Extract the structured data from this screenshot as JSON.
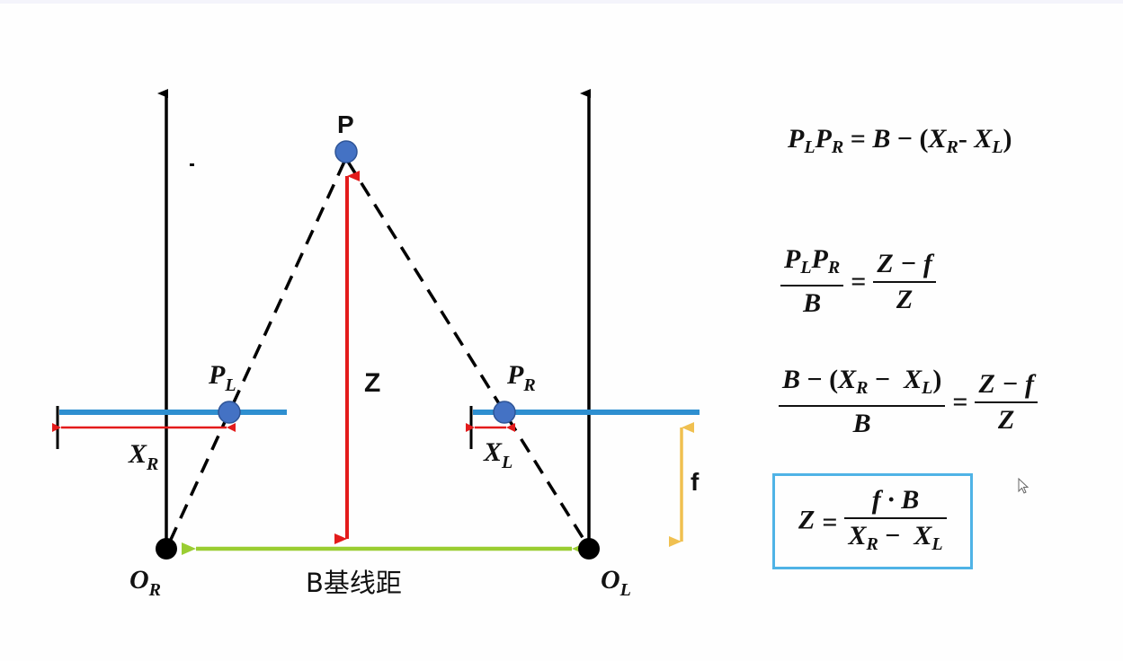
{
  "diagram": {
    "colors": {
      "axis": "#000000",
      "image_plane": "#2e8fd0",
      "point": "#4472c4",
      "depth_arrow": "#e31b1b",
      "disparity_arrow": "#e31b1b",
      "baseline_arrow": "#9acd32",
      "focal_arrow": "#f0c050",
      "result_box": "#4fb3e6"
    },
    "labels": {
      "point_p": "P",
      "point_pl": "P",
      "point_pl_sub": "L",
      "point_pr": "P",
      "point_pr_sub": "R",
      "depth_z": "Z",
      "xr": "X",
      "xr_sub": "R",
      "xl": "X",
      "xl_sub": "L",
      "focal_f": "f",
      "origin_r": "O",
      "origin_r_sub": "R",
      "origin_l": "O",
      "origin_l_sub": "L",
      "baseline": "B基线距"
    }
  },
  "formulas": {
    "f1": {
      "lhs_a": "P",
      "lhs_a_sub": "L",
      "lhs_b": "P",
      "lhs_b_sub": "R",
      "eq": "=",
      "rhs_b": "B",
      "minus": "−",
      "open": "(",
      "xr": "X",
      "xr_sub": "R",
      "dash": "-",
      "xl": "X",
      "xl_sub": "L",
      "close": ")"
    },
    "f2": {
      "num_a": "P",
      "num_a_sub": "L",
      "num_b": "P",
      "num_b_sub": "R",
      "den": "B",
      "eq": "=",
      "rnum": "Z − f",
      "rden": "Z"
    },
    "f3": {
      "num_b": "B",
      "num_minus": "−",
      "open": "(",
      "xr": "X",
      "xr_sub": "R",
      "minus2": "−",
      "xl": "X",
      "xl_sub": "L",
      "close": ")",
      "den": "B",
      "eq": "=",
      "rnum": "Z − f",
      "rden": "Z"
    },
    "f4": {
      "lhs": "Z",
      "eq": "=",
      "num": "f · B",
      "den_xr": "X",
      "den_xr_sub": "R",
      "den_minus": "−",
      "den_xl": "X",
      "den_xl_sub": "L"
    }
  }
}
